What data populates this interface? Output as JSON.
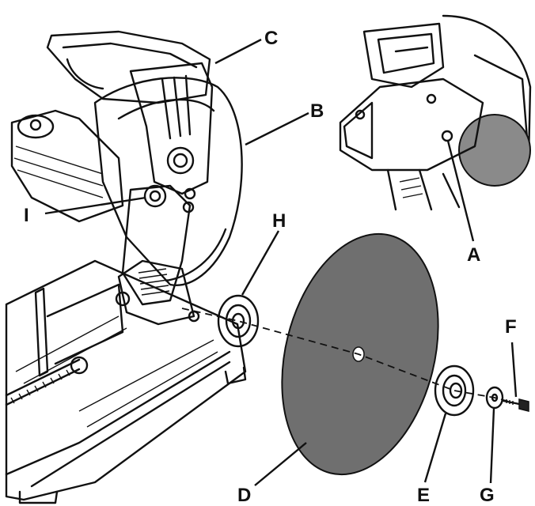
{
  "labels": {
    "a": "A",
    "b": "B",
    "c": "C",
    "d": "D",
    "e": "E",
    "f": "F",
    "g": "G",
    "h": "H",
    "i": "I"
  },
  "colors": {
    "blade": "#6f6f6f",
    "line": "#111111",
    "background": "#ffffff"
  }
}
